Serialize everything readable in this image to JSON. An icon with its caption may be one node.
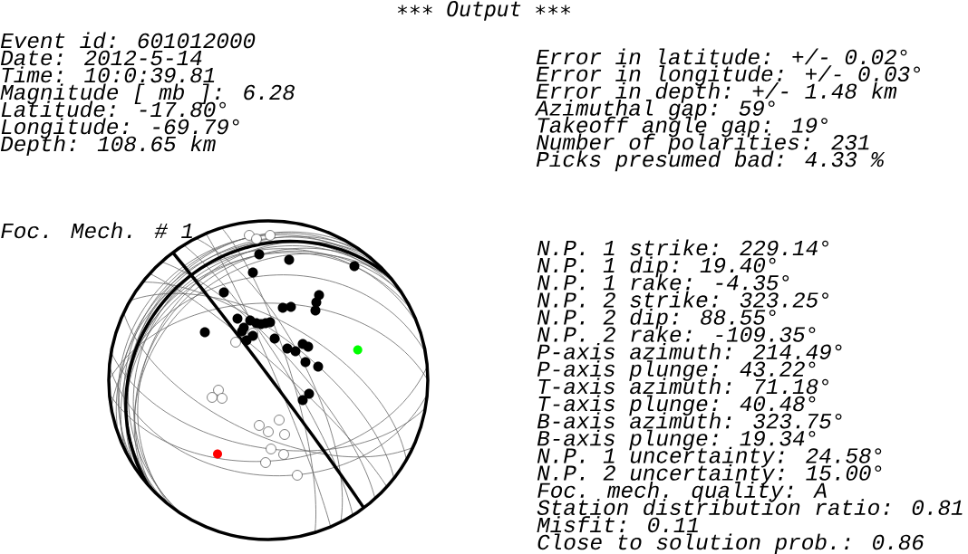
{
  "diagram": {
    "title": "∗∗∗ Output ∗∗∗",
    "labels": [
      "Event id: 601012000",
      "Date: 2012-5-14",
      "Time: 10:0:39.81",
      "Magnitude [ mb ]: 6.28",
      "Latitude: -17.80°",
      "Longitude: -69.79°",
      "Depth: 108.65 km",
      "Error in latitude: +/- 0.02°",
      "Error in longitude: +/- 0.03°",
      "Error in depth: +/- 1.48 km",
      "Azimuthal gap: 59°",
      "Takeoff angle gap: 19°",
      "Number of polarities: 231",
      "Picks presumed bad: 4.33 %",
      "Foc. Mech. # 1",
      "N.P. 1 strike: 229.14°",
      "N.P. 1 dip: 19.40°",
      "N.P. 1 rake: -4.35°",
      "N.P. 2 strike: 323.25°",
      "N.P. 2 dip: 88.55°",
      "N.P. 2 rake: -109.35°",
      "P-axis azimuth: 214.49°",
      "P-axis plunge: 43.22°",
      "T-axis azimuth: 71.18°",
      "T-axis plunge: 40.48°",
      "B-axis azimuth: 323.75°",
      "B-axis plunge: 19.34°",
      "N.P. 1 uncertainty: 24.58°",
      "N.P. 2 uncertainty: 15.00°",
      "Foc. mech. quality: A",
      "Station distribution ratio: 0.81",
      "Misfit: 0.11",
      "Close to solution prob.: 0.86"
    ]
  }
}
